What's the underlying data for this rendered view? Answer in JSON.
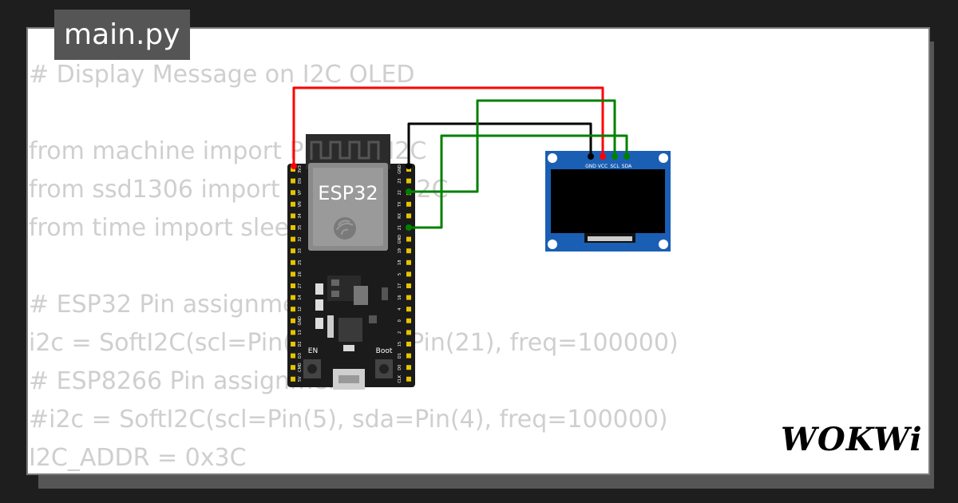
{
  "tab": {
    "filename": "main.py"
  },
  "code": {
    "lines": [
      "# Display Message on I2C OLED",
      "",
      "from machine import Pin, SoftI2C",
      "from ssd1306 import SSD1306_I2C",
      "from time import sleep",
      "",
      "# ESP32 Pin assignment",
      "i2c = SoftI2C(scl=Pin(22), sda=Pin(21), freq=100000)",
      "# ESP8266 Pin assignment",
      "#i2c = SoftI2C(scl=Pin(5), sda=Pin(4), freq=100000)",
      "I2C_ADDR = 0x3C"
    ]
  },
  "esp32": {
    "label": "ESP32",
    "en_label": "EN",
    "boot_label": "Boot",
    "left_pins": [
      "3V3",
      "EN",
      "VP",
      "VN",
      "34",
      "35",
      "32",
      "33",
      "25",
      "26",
      "27",
      "14",
      "12",
      "GND",
      "13",
      "D2",
      "D3",
      "CMD",
      "5V"
    ],
    "right_pins": [
      "GND",
      "23",
      "22",
      "TX",
      "RX",
      "21",
      "GND",
      "19",
      "18",
      "5",
      "17",
      "16",
      "4",
      "0",
      "2",
      "15",
      "D1",
      "D0",
      "CLK"
    ]
  },
  "oled": {
    "pins": [
      "GND",
      "VCC",
      "SCL",
      "SDA"
    ]
  },
  "colors": {
    "wire_vcc": "#ff0000",
    "wire_gnd": "#000000",
    "wire_signal": "#008000",
    "board": "#1b1b1b",
    "oled_pcb": "#1a5fb4"
  },
  "logo": {
    "text": "WOKWi"
  }
}
